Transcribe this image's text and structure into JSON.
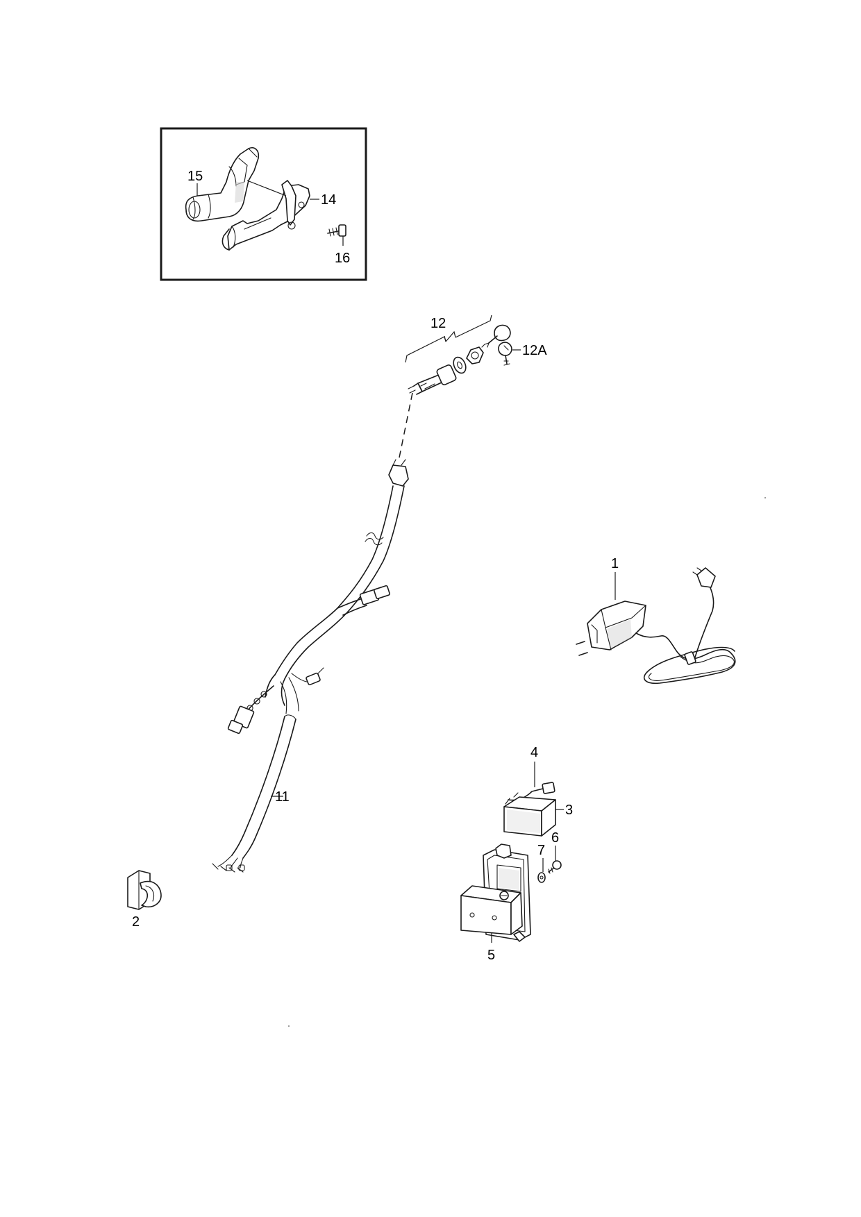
{
  "figure": {
    "type": "exploded-parts-diagram",
    "ink_color": "#1a1a1a",
    "background_color": "#ffffff"
  },
  "callouts": {
    "p1": "1",
    "p2": "2",
    "p3": "3",
    "p4": "4",
    "p5": "5",
    "p6": "6",
    "p7": "7",
    "p11": "11",
    "p12": "12",
    "p12a": "12A",
    "p14": "14",
    "p15": "15",
    "p16": "16"
  }
}
